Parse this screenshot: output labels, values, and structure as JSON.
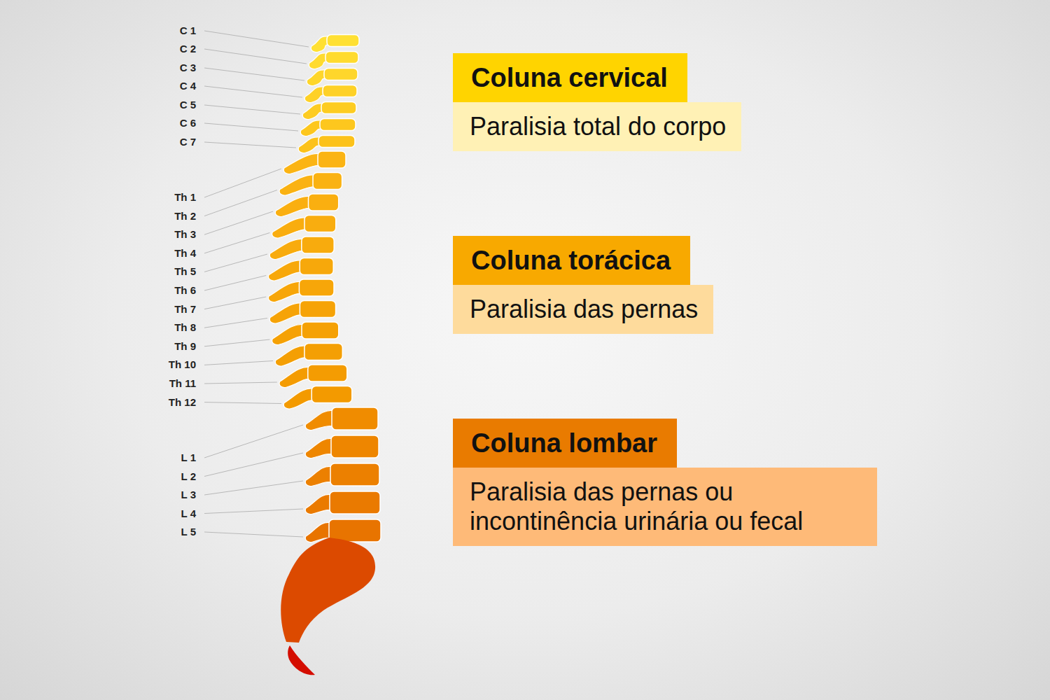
{
  "diagram": {
    "nodes": [
      {
        "text": [
          "Coluna cervical",
          "Paralisia total do corpo"
        ]
      },
      {
        "text": [
          "Coluna torácica",
          "Paralisia das pernas"
        ]
      },
      {
        "text": [
          "Coluna lombar",
          "Paralisia das pernas ou incontinência urinária ou fecal"
        ]
      }
    ],
    "labels": [
      "C 1",
      "C 2",
      "C 3",
      "C 4",
      "C 5",
      "C 6",
      "C 7",
      "Th 1",
      "Th 2",
      "Th 3",
      "Th 4",
      "Th 5",
      "Th 6",
      "Th 7",
      "Th 8",
      "Th 9",
      "Th 10",
      "Th 11",
      "Th 12",
      "L 1",
      "L 2",
      "L 3",
      "L 4",
      "L 5"
    ]
  }
}
